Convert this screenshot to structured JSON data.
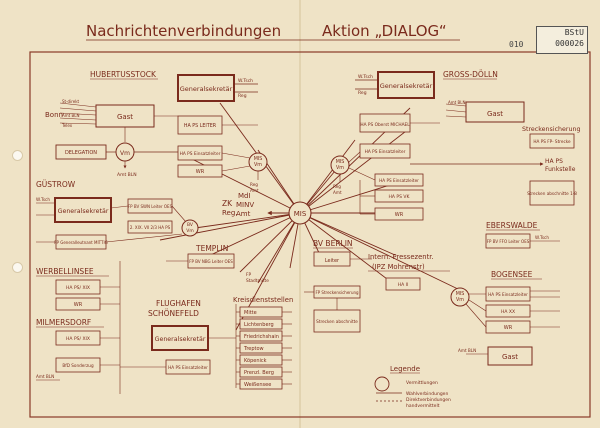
{
  "title": {
    "main": "Nachrichtenverbindungen",
    "action": "Aktion „DIALOG“"
  },
  "stamp": {
    "line1": "BStU",
    "line2": "000026",
    "serial": "010"
  },
  "labels": {
    "hubertusstock": "HUBERTUSSTOCK",
    "gross_doelln": "GROSS-DÖLLN",
    "guestrow": "GÜSTROW",
    "templin": "TEMPLIN",
    "werbellinsee": "WERBELLINSEE",
    "milmersdorf": "MILMERSDORF",
    "flughafen": "FLUGHAFEN",
    "schoenefeld": "SCHÖNEFELD",
    "bv_berlin": "BV BERLIN",
    "eberswalde": "EBERSWALDE",
    "bogensee": "BOGENSEE",
    "bonn": "Bonn",
    "streckensicherung": "Streckensicherung",
    "kreisdienststellen": "Kreisdienststellen",
    "presse1": "Intern. Pressezentr.",
    "presse2": "(IPZ Mohrenstr)",
    "zk": "ZK",
    "reg": "Reg.",
    "mdi": "MdI",
    "minv": "MINV",
    "amt": "Amt",
    "legende": "Legende",
    "leg1": "Vermittlungen",
    "leg2": "Wahlverbindungen",
    "leg3": "Direktverbindungen",
    "leg4": "handvermittelt",
    "ha_ps_funk1": "HA PS",
    "ha_ps_funk2": "Funkstelle"
  },
  "boxes": {
    "gen_sek": "Generalsekretär",
    "gast": "Gast",
    "delegation": "DELEGATION",
    "ha_ps_leiter": "HA PS LEITER",
    "ha_ps_einsatz": "HA PS Einsatzleiter",
    "wr": "WR",
    "oberst_michael": "HA PS Oberst MICHAEL",
    "ha_ps_einsatz2": "HA PS Einsatzleiter",
    "ha_ps_einsatz3": "HA PS Einsatzleiter",
    "ha_ps_vk": "HA PS VK",
    "wr2": "WR",
    "streck_fp": "HA PS FP- Strecke",
    "streck_abschn": "Strecken abschnitte 1-8",
    "guestrow_fp_swn": "FP BV SWN Leiter OES",
    "guestrow_mittig": "FP Generalleutnant MITTIG",
    "guestrow_xix": "2. XIX. VII 2/3  HA PS",
    "templin_fp": "FP BV NBG Leiter OES",
    "werbellin_ha": "HA PS/ XIX",
    "werbellin_wr": "WR",
    "milm_ha": "HA PS/ XIX",
    "milm_bfd": "BfD Sonderzug",
    "flug_ha": "HA PS Einsatzleiter",
    "bv_leiter": "Leiter",
    "fp_streck": "FP Streckensicherung",
    "streck_abschn2": "Strecken abschnitte",
    "ipz_ha": "HA II",
    "ebers_fp": "FP BV FFO Leiter OES",
    "bog_ha_xx": "HA XX",
    "bog_ha_ps": "HA PS Einsatzleiter",
    "bog_wr": "WR",
    "bog_gast": "Gast",
    "kreis": [
      "Mitte",
      "Lichtenberg",
      "Friedrichshain",
      "Treptow",
      "Köpenick",
      "Prenzl. Berg",
      "Weißensee"
    ]
  },
  "nodes": {
    "mis": "MIS",
    "vm": "Vm",
    "mis_vm": "MIS Vm",
    "bv_vm": "BV Vm"
  },
  "line_labels": {
    "wtsch": "W.Tsch",
    "reg": "Reg",
    "amt": "Amt",
    "amt_bln": "Amt BLN",
    "telex": "Telex",
    "st_direkt": "St-direkt",
    "amt_bln2": "Amt BLN",
    "bonn_amt": "Amt"
  }
}
